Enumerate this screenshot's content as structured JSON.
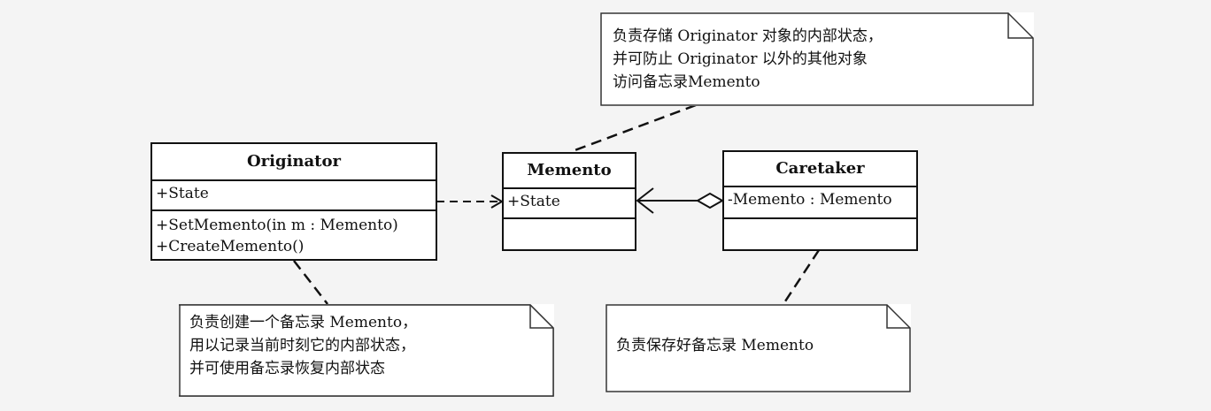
{
  "classes": {
    "originator": {
      "name": "Originator",
      "attributes": [
        "+State"
      ],
      "operations": [
        "+SetMemento(in m : Memento)",
        "+CreateMemento()"
      ]
    },
    "memento": {
      "name": "Memento",
      "attributes": [
        "+State"
      ],
      "operations": []
    },
    "caretaker": {
      "name": "Caretaker",
      "attributes": [
        "-Memento : Memento"
      ],
      "operations": []
    }
  },
  "notes": {
    "memento_note": [
      "负责存储 Originator 对象的内部状态，",
      "并可防止 Originator 以外的其他对象",
      "访问备忘录Memento"
    ],
    "originator_note": [
      "负责创建一个备忘录 Memento，",
      "用以记录当前时刻它的内部状态，",
      "并可使用备忘录恢复内部状态"
    ],
    "caretaker_note": [
      "负责保存好备忘录 Memento"
    ]
  }
}
